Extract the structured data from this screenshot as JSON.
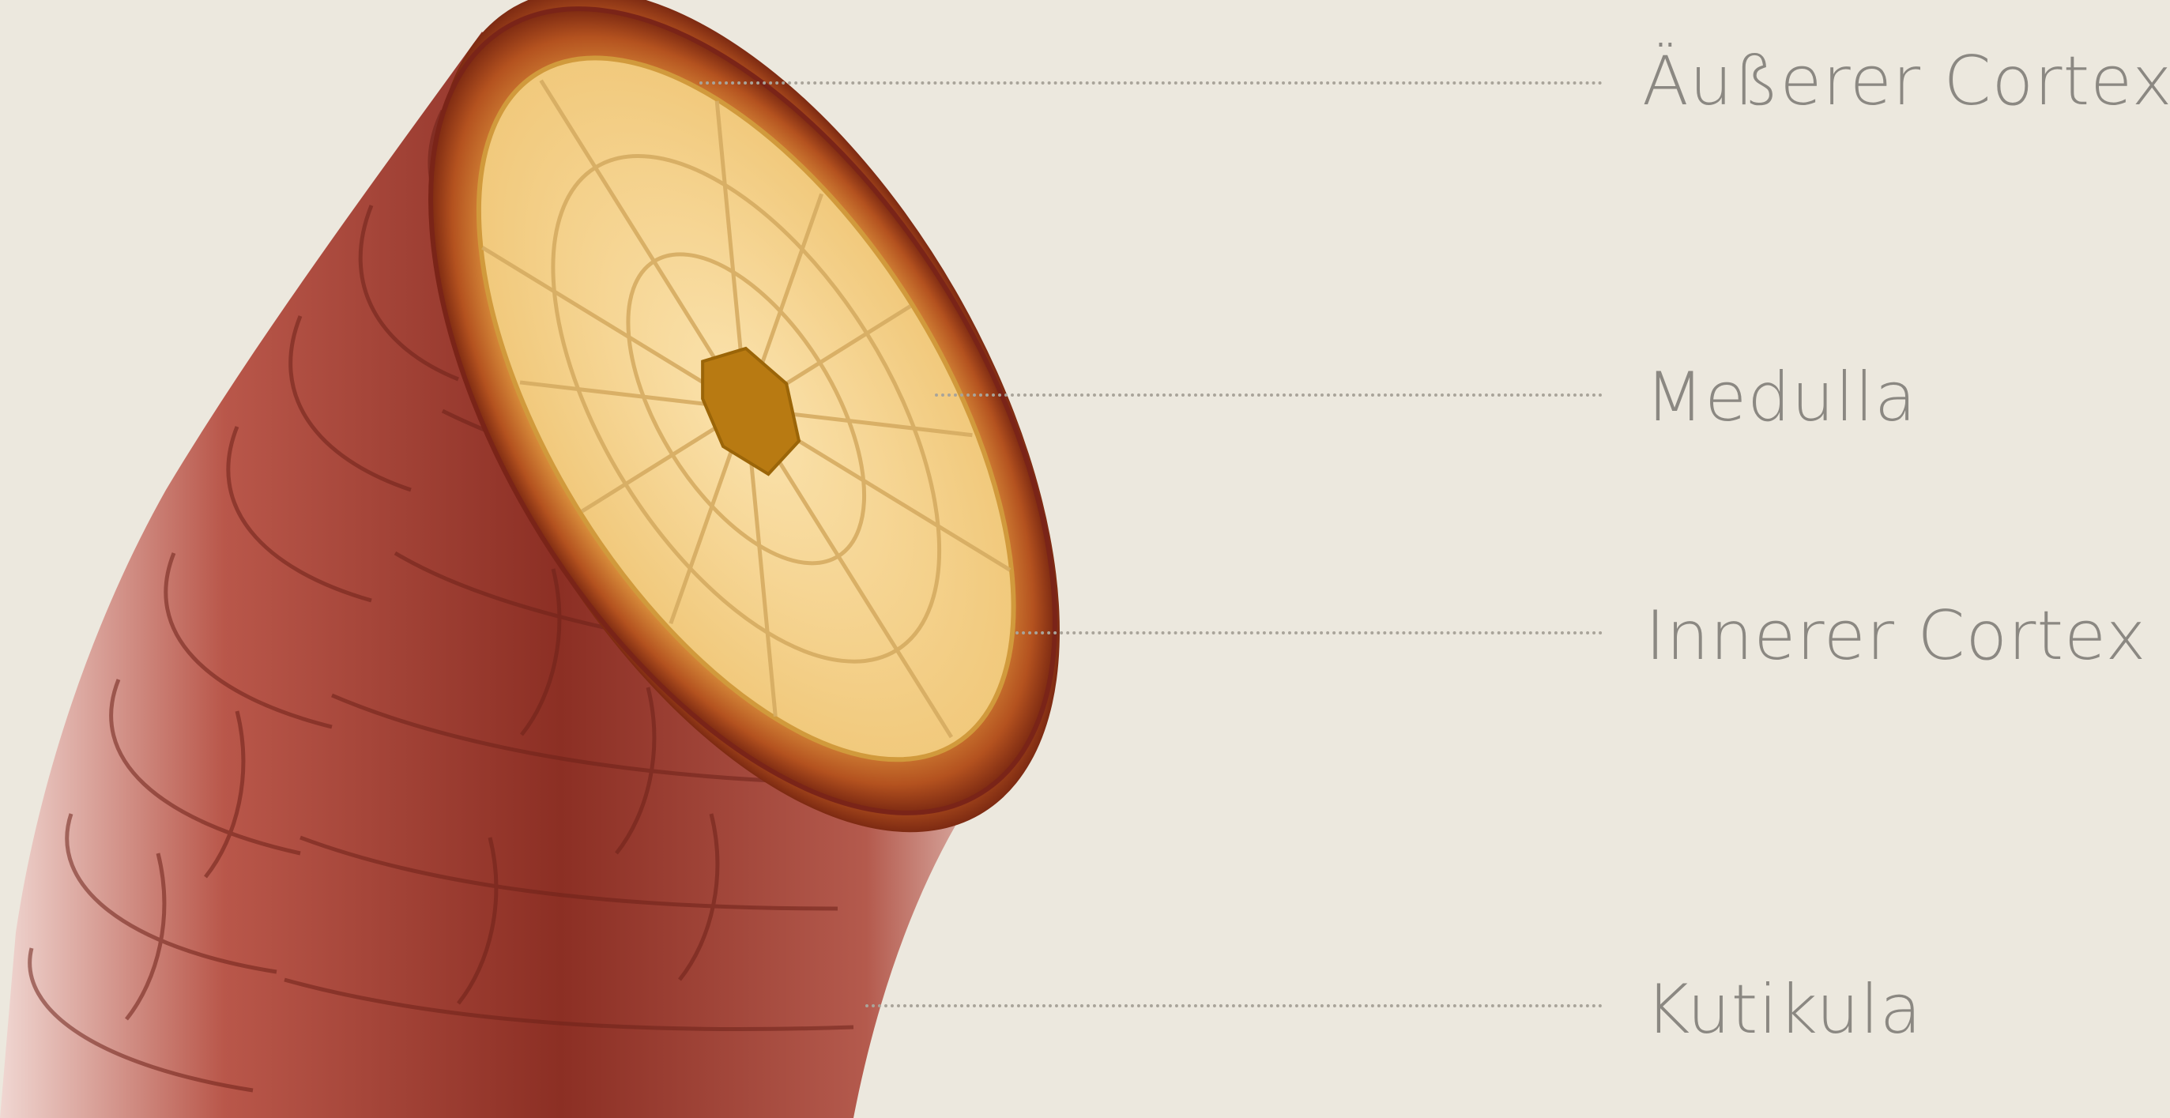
{
  "labels": {
    "outer_cortex": "Äußerer Cortex",
    "medulla": "Medulla",
    "inner_cortex": "Innerer Cortex",
    "cuticle": "Kutikula"
  },
  "colors": {
    "background": "#ece8de",
    "label_text": "#8b8882",
    "leader_line": "#a9a49a",
    "cuticle_dark": "#7a2418",
    "cuticle_mid": "#a84b3f",
    "cuticle_light": "#e9c7c1",
    "cortex_outer": "#c9892e",
    "cortex_cells": "#f5d79a",
    "medulla_core": "#b87a12"
  }
}
